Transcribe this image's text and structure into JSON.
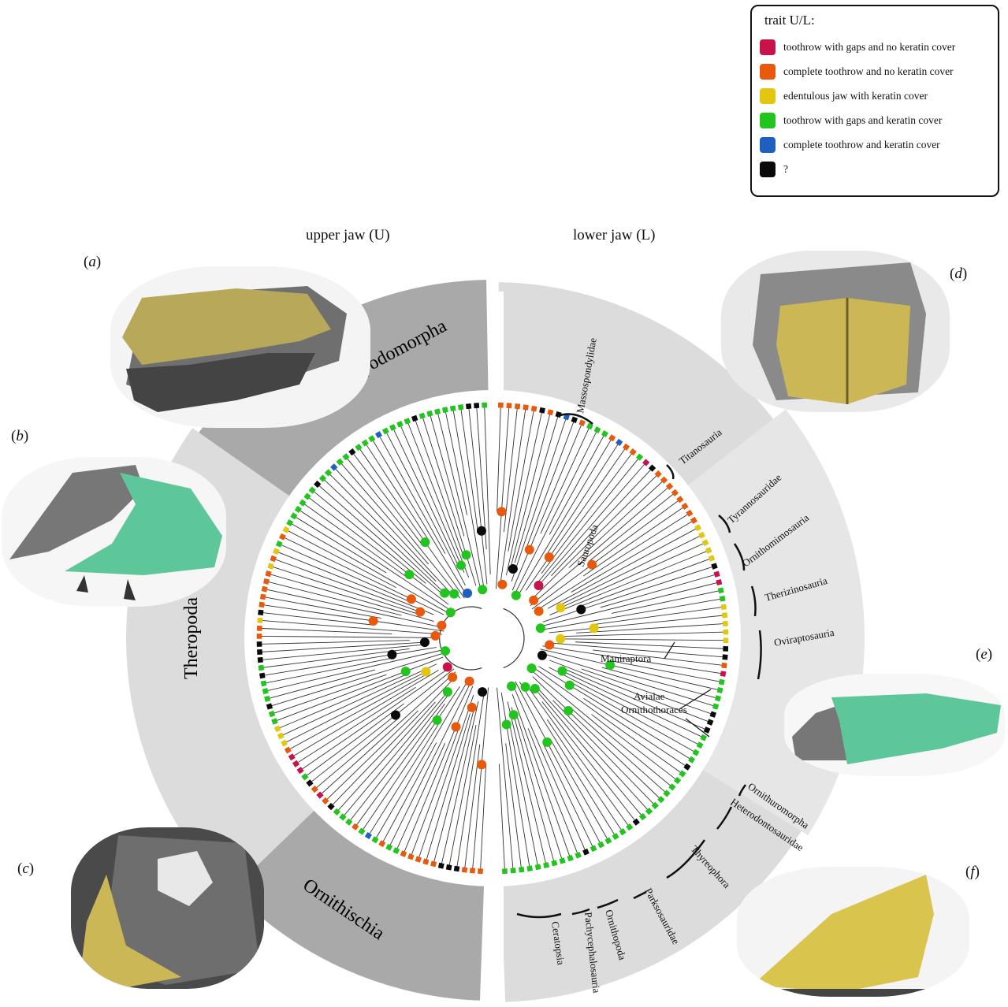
{
  "legend": {
    "title": "trait U/L:",
    "items": [
      {
        "label": "toothrow with gaps and no keratin cover",
        "color": "#c8124a"
      },
      {
        "label": "complete toothrow and no keratin cover",
        "color": "#e8590c"
      },
      {
        "label": "edentulous jaw with keratin cover",
        "color": "#e2c60f"
      },
      {
        "label": "toothrow with gaps and keratin cover",
        "color": "#22c51e"
      },
      {
        "label": "complete toothrow and keratin cover",
        "color": "#1f5fbf"
      },
      {
        "label": "?",
        "color": "#0a0a0a"
      }
    ]
  },
  "headers": {
    "upper": "upper jaw (U)",
    "lower": "lower jaw (L)"
  },
  "panels": {
    "a": "a",
    "b": "b",
    "c": "c",
    "d": "d",
    "e": "e",
    "f": "f"
  },
  "major_clades": {
    "sauropodomorpha": "Sauropodomorpha",
    "theropoda": "Theropoda",
    "ornithischia": "Ornithischia"
  },
  "clades": {
    "massospondylidae": "Massospondylidae",
    "titanosauria": "Titanosauria",
    "tyrannosauridae": "Tyrannosauridae",
    "ornithomimosauria": "Ornithomimosauria",
    "therizinosauria": "Therizinosauria",
    "oviraptosauria": "Oviraptosauria",
    "ornithuromorpha": "Ornithuromorpha",
    "heterodontosauridae": "Heterodontosauridae",
    "thyreophora": "Thyreophora",
    "parksosauridae": "Parksosauridae",
    "ornithopoda": "Ornithopoda",
    "pachycephalosauria": "Pachycephalosauria",
    "ceratopsia": "Ceratopsia",
    "sauropoda": "Sauropoda",
    "maniraptora": "Maniraptora",
    "avialae": "Avialae",
    "ornithothoraces": "Ornithothoraces"
  },
  "colors": {
    "sector_dark": "#a9a9a9",
    "sector_light": "#dcdcdc",
    "sector_lighter": "#e6e6e6",
    "keratin_yellow": "#cbb755",
    "keratin_green": "#5ec79a"
  }
}
